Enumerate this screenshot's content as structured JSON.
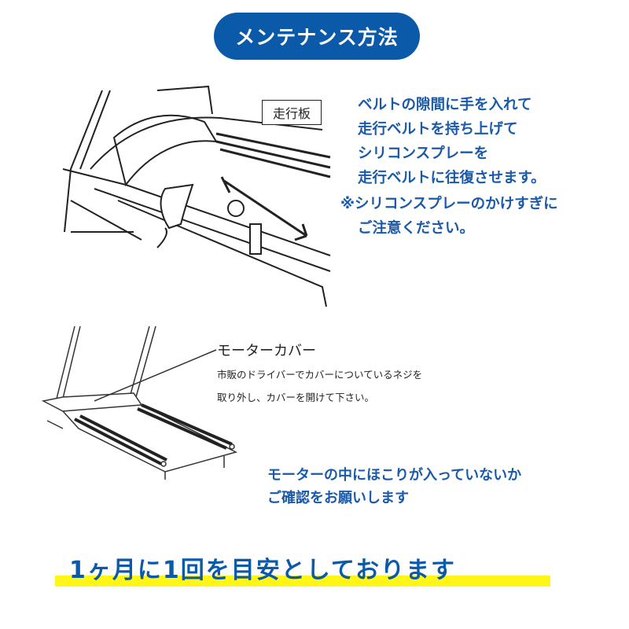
{
  "title": "メンテナンス方法",
  "section1": {
    "label": "走行板",
    "lines": [
      "ベルトの隙間に手を入れて",
      "走行ベルトを持ち上げて",
      "シリコンスプレーを",
      "走行ベルトに往復させます。"
    ],
    "note_lines": [
      "※シリコンスプレーのかけすぎに",
      "ご注意ください。"
    ]
  },
  "section2": {
    "label": "モーターカバー",
    "desc_lines": [
      "市販のドライバーでカバーについているネジを",
      "取り外し、カバーを開けて下さい。"
    ],
    "lines": [
      "モーターの中にほこりが入っていないか",
      "ご確認をお願いします"
    ]
  },
  "footer": "1ヶ月に1回を目安としております",
  "colors": {
    "brand": "#0b5aa9",
    "highlight": "#fff617"
  }
}
